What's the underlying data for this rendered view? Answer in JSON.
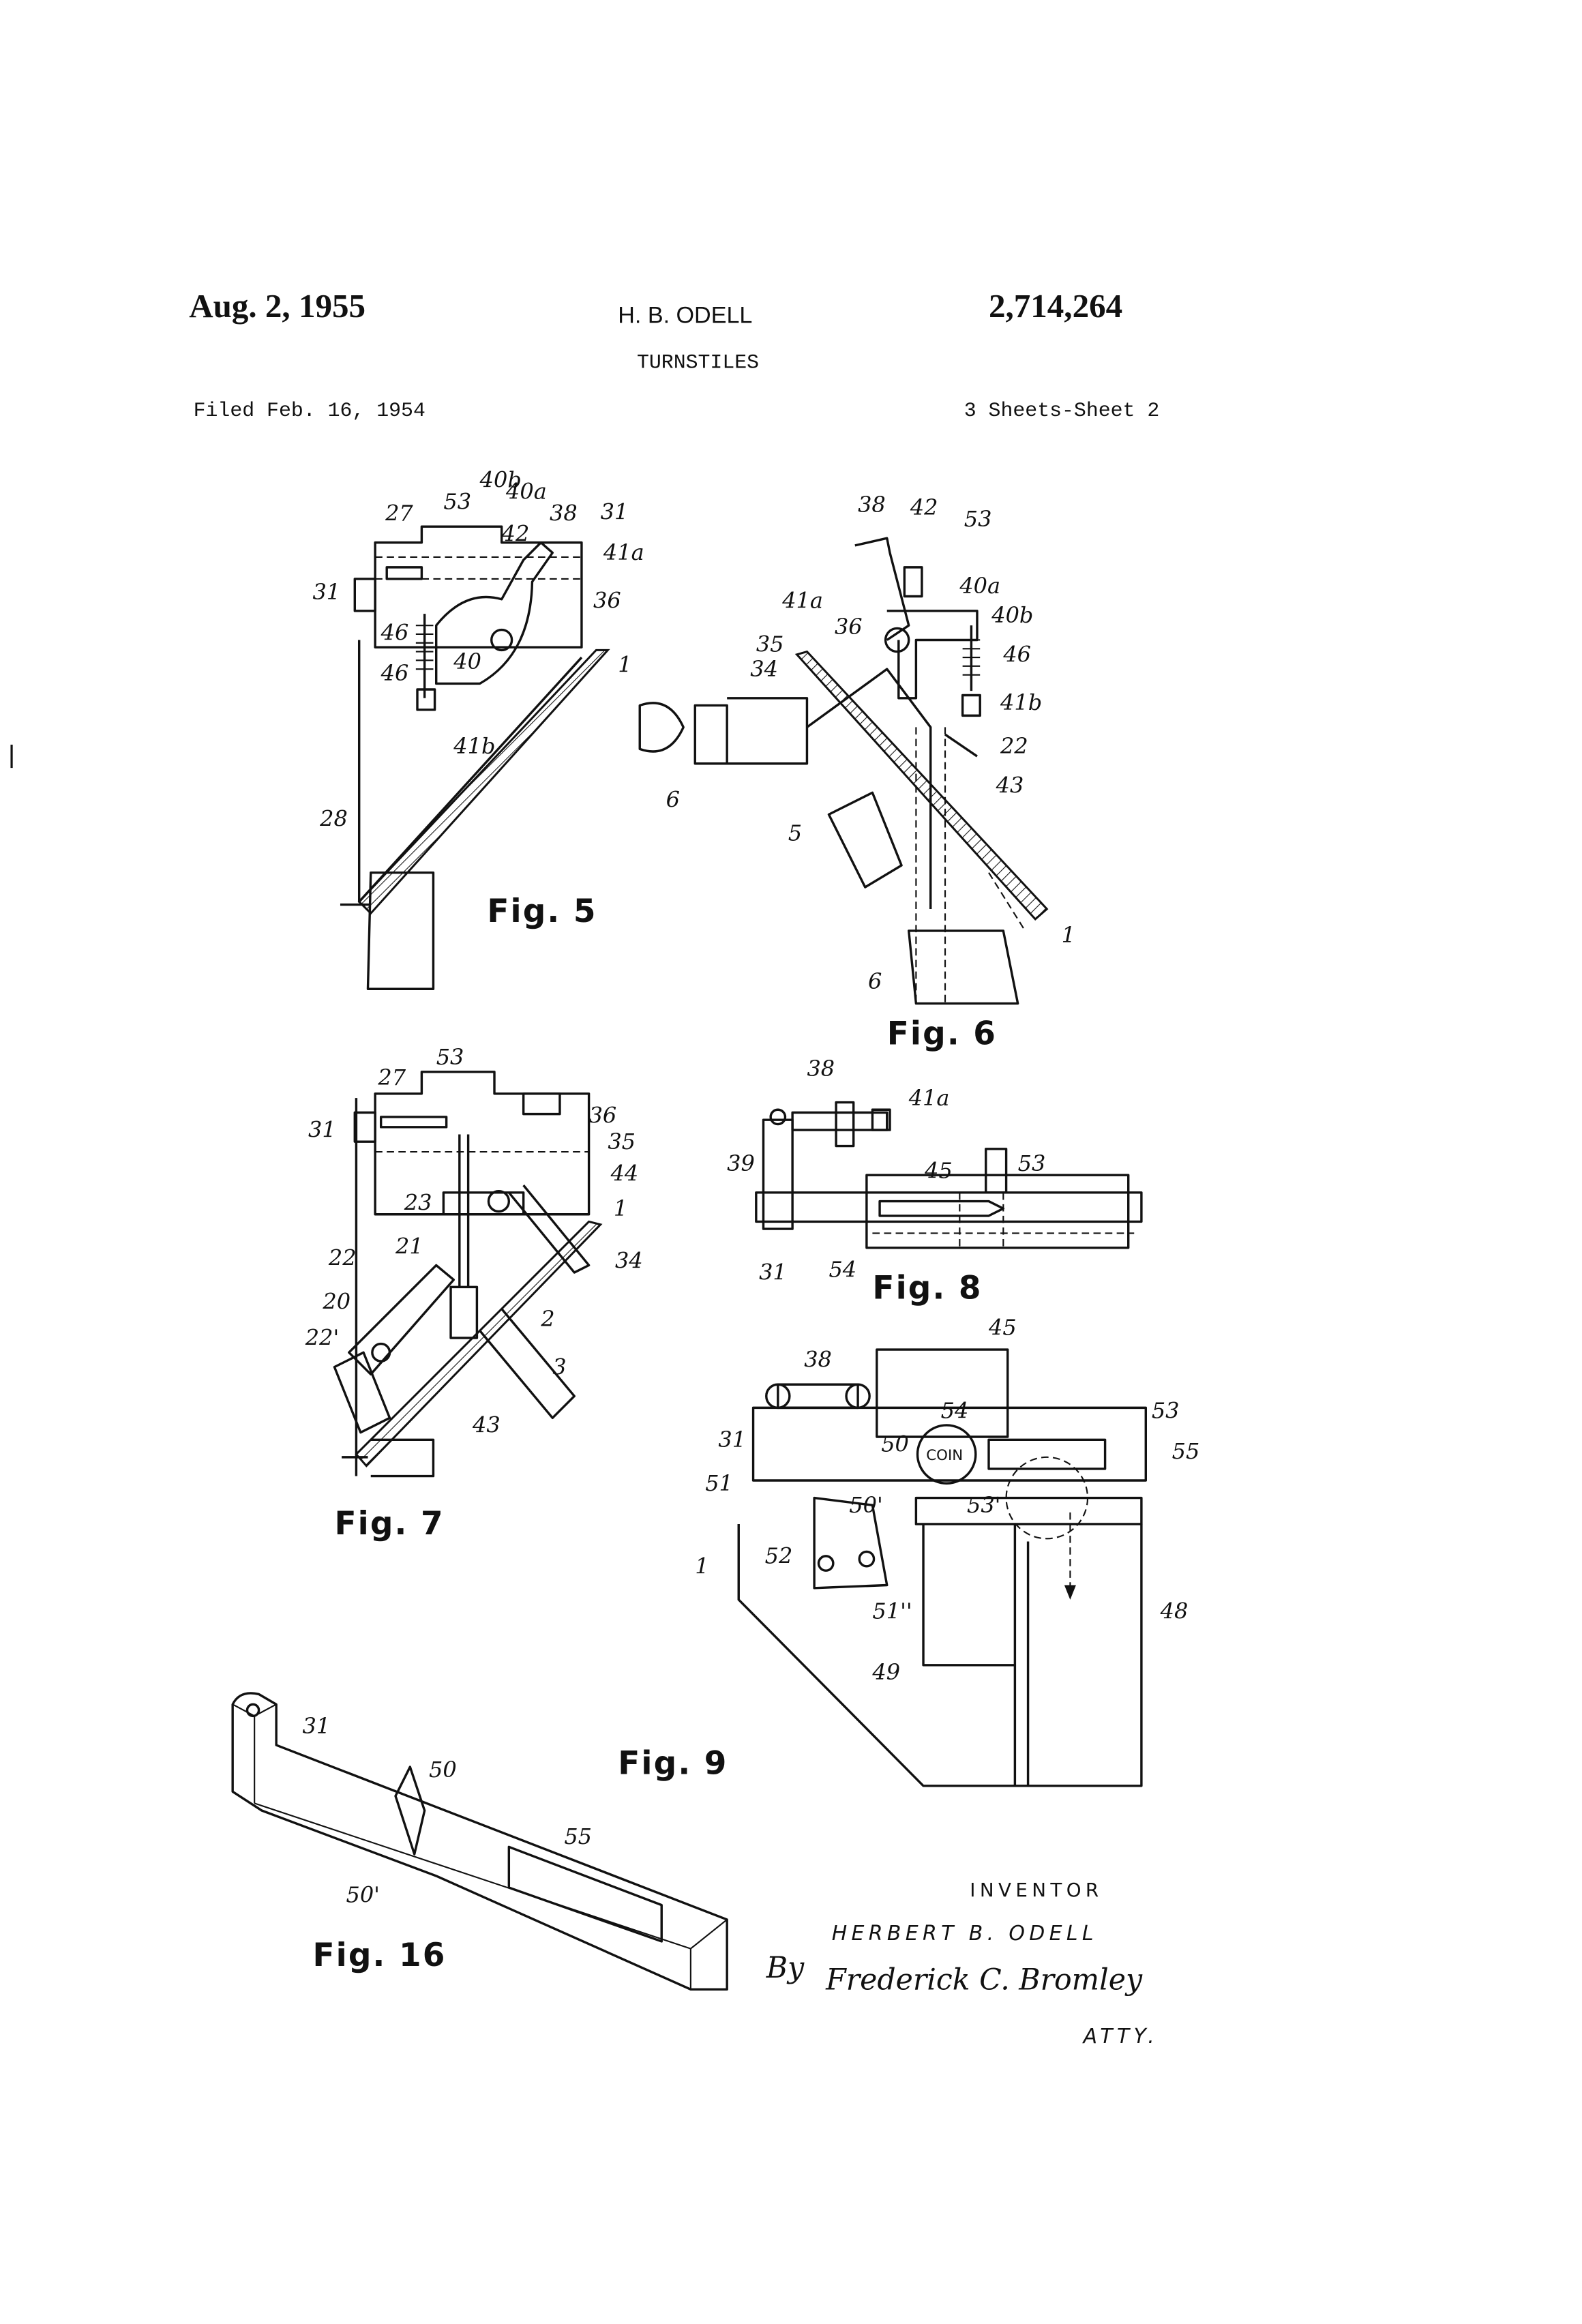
{
  "header": {
    "date": "Aug. 2, 1955",
    "inventor_short": "H. B. ODELL",
    "patent_number": "2,714,264",
    "title": "TURNSTILES",
    "filed": "Filed Feb. 16, 1954",
    "sheets": "3 Sheets-Sheet 2"
  },
  "figures": {
    "fig5": {
      "label": "Fig. 5",
      "numerals": [
        "27",
        "53",
        "40b",
        "40a",
        "38",
        "31",
        "42",
        "41a",
        "31",
        "36",
        "46",
        "40",
        "1",
        "46",
        "41b",
        "28"
      ]
    },
    "fig6": {
      "label": "Fig. 6",
      "numerals": [
        "38",
        "42",
        "53",
        "40a",
        "41a",
        "40b",
        "36",
        "35",
        "46",
        "34",
        "41b",
        "22",
        "6",
        "43",
        "5",
        "1",
        "6"
      ]
    },
    "fig7": {
      "label": "Fig. 7",
      "numerals": [
        "53",
        "27",
        "31",
        "36",
        "35",
        "44",
        "23",
        "1",
        "21",
        "22",
        "34",
        "20",
        "2",
        "22'",
        "3",
        "43"
      ]
    },
    "fig8": {
      "label": "Fig. 8",
      "numerals": [
        "38",
        "41a",
        "39",
        "45",
        "53",
        "31",
        "54"
      ]
    },
    "fig9": {
      "label": "Fig. 9",
      "coin_text": "COIN",
      "numerals": [
        "45",
        "38",
        "54",
        "53",
        "31",
        "50",
        "55",
        "51",
        "50'",
        "53'",
        "52",
        "1",
        "51''",
        "48",
        "49"
      ]
    },
    "fig16": {
      "label": "Fig. 16",
      "numerals": [
        "31",
        "50",
        "55",
        "50'"
      ]
    }
  },
  "inventor_block": {
    "heading": "INVENTOR",
    "name": "HERBERT B. ODELL",
    "by": "By",
    "attorney_signature": "Frederick C. Bromley",
    "attorney_label": "ATTY."
  }
}
